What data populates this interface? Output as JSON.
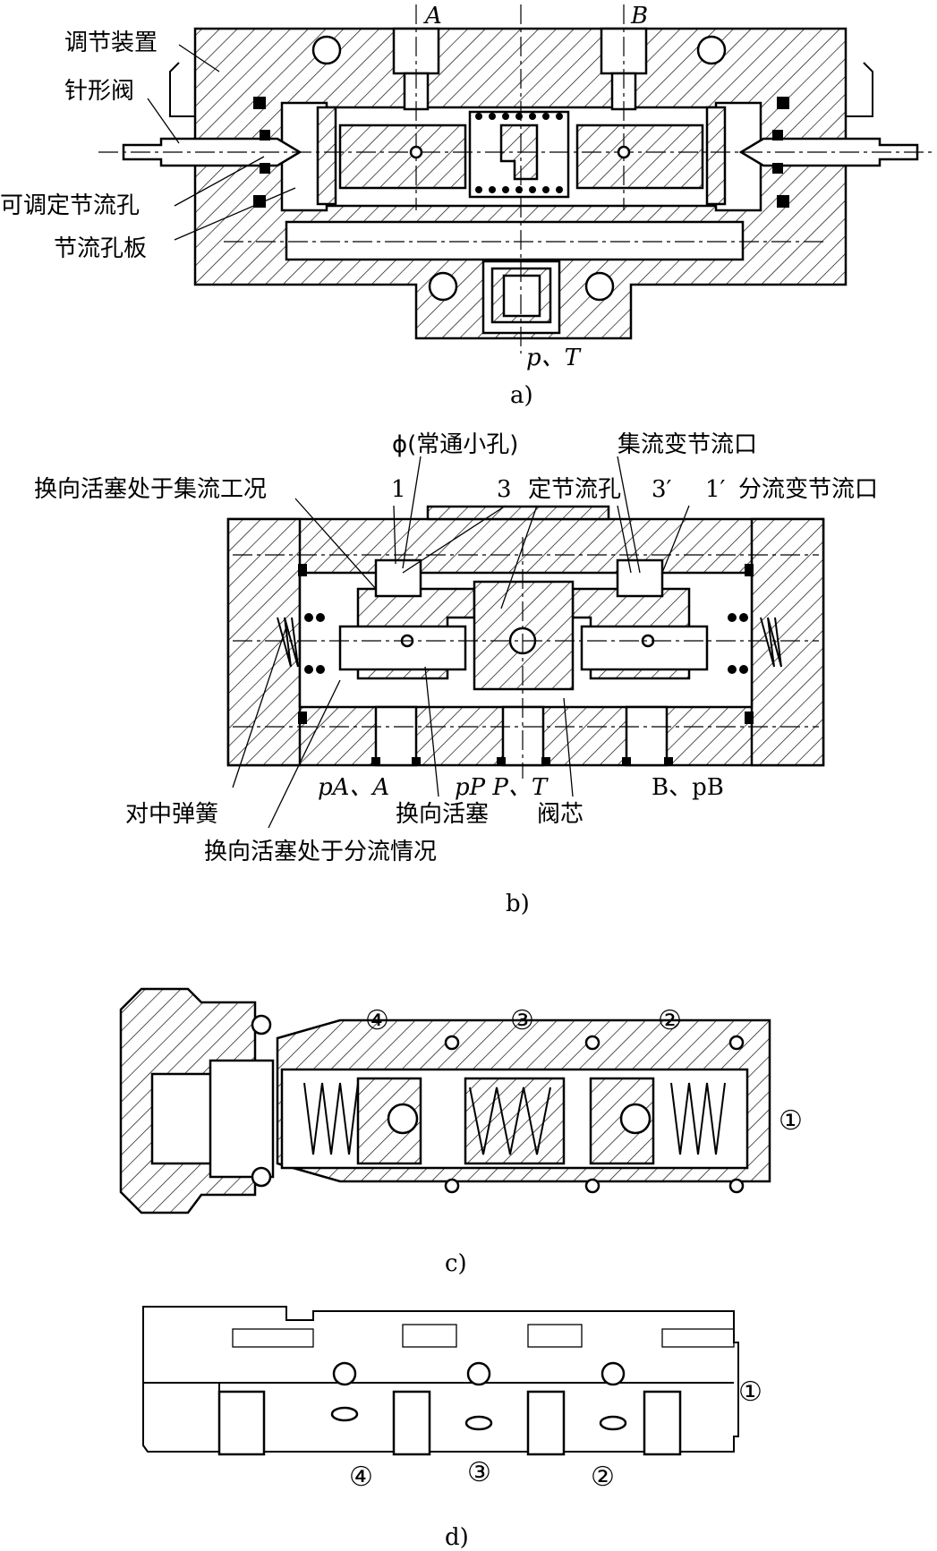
{
  "panels": {
    "a": {
      "caption": "a)",
      "labels": {
        "adjust_device": "调节装置",
        "needle_valve": "针形阀",
        "adjustable_fixed_orifice": "可调定节流孔",
        "orifice_plate": "节流孔板",
        "port_A": "A",
        "port_B": "B",
        "port_pT": "p、T"
      }
    },
    "b": {
      "caption": "b)",
      "labels": {
        "small_hole": "ϕ(常通小孔)",
        "collect_var_orifice": "集流变节流口",
        "piston_collect_state": "换向活塞处于集流工况",
        "n1": "1",
        "n3": "3",
        "fixed_orifice": "定节流孔",
        "n3p": "3′",
        "n1p": "1′",
        "divide_var_orifice": "分流变节流口",
        "pA_A": "pA、A",
        "pP_PT": "pP P、T",
        "B_pB": "B、pB",
        "centering_spring": "对中弹簧",
        "reversing_piston": "换向活塞",
        "spool": "阀芯",
        "piston_divide_state": "换向活塞处于分流情况"
      }
    },
    "c": {
      "caption": "c)",
      "ports": [
        "④",
        "③",
        "②",
        "①"
      ]
    },
    "d": {
      "caption": "d)",
      "ports": [
        "④",
        "③",
        "②",
        "①"
      ]
    }
  }
}
